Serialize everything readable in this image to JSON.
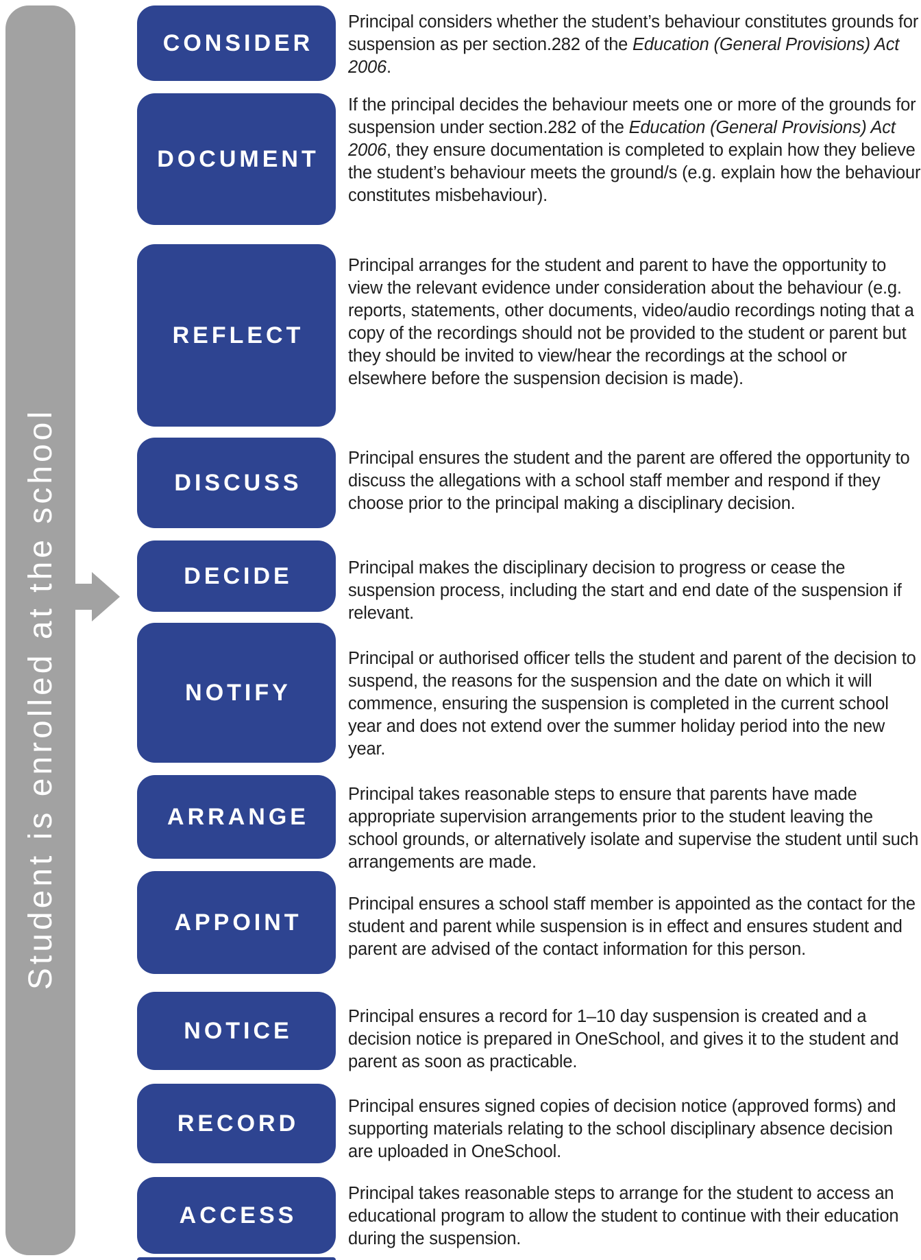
{
  "palette": {
    "box_blue": "#2e4491",
    "bar_gray": "#a2a2a2",
    "label_white": "#ffffff",
    "text_dark": "#1f1f1f"
  },
  "sidebar": {
    "label": "Student is enrolled at the school"
  },
  "steps": [
    {
      "label": "CONSIDER",
      "description_parts": [
        {
          "text": "Principal considers whether the student’s behaviour constitutes grounds for suspension as per section.282 of the ",
          "italic": false
        },
        {
          "text": "Education (General Provisions) Act 2006",
          "italic": true
        },
        {
          "text": ".",
          "italic": false
        }
      ]
    },
    {
      "label": "DOCUMENT",
      "description_parts": [
        {
          "text": "If the principal decides the behaviour meets one or more of the grounds for suspension under section.282 of the ",
          "italic": false
        },
        {
          "text": "Education (General Provisions) Act 2006",
          "italic": true
        },
        {
          "text": ", they ensure documentation is completed to explain how they believe the student’s behaviour meets the ground/s (e.g. explain how the behaviour constitutes misbehaviour).",
          "italic": false
        }
      ]
    },
    {
      "label": "REFLECT",
      "description_parts": [
        {
          "text": "Principal arranges for the student and parent to have the opportunity to view the relevant evidence under consideration about the behaviour (e.g. reports, statements, other documents, video/audio recordings noting that a copy of the recordings should not be provided to the student or parent but they should be invited to view/hear the recordings at the school or elsewhere before the suspension decision is made).",
          "italic": false
        }
      ]
    },
    {
      "label": "DISCUSS",
      "description_parts": [
        {
          "text": "Principal ensures the student and the parent are offered the opportunity to discuss the allegations with a school staff member and respond if they choose prior to the principal making a disciplinary decision.",
          "italic": false
        }
      ]
    },
    {
      "label": "DECIDE",
      "description_parts": [
        {
          "text": "Principal makes the disciplinary decision to progress or cease the suspension process, including the start and end date of the suspension if relevant.",
          "italic": false
        }
      ]
    },
    {
      "label": "NOTIFY",
      "description_parts": [
        {
          "text": "Principal or authorised officer tells the student and parent of the decision to suspend, the reasons for the suspension and the date on which it will commence, ensuring the suspension is completed in the current school year and does not extend over the summer holiday period into the new year.",
          "italic": false
        }
      ]
    },
    {
      "label": "ARRANGE",
      "description_parts": [
        {
          "text": "Principal takes reasonable steps to ensure that parents have made appropriate supervision arrangements prior to the student leaving the school grounds, or alternatively isolate and supervise the student until such arrangements are made.",
          "italic": false
        }
      ]
    },
    {
      "label": "APPOINT",
      "description_parts": [
        {
          "text": "Principal ensures a school staff member is appointed as the contact for the student and parent while suspension is in effect and ensures student and parent are advised of the contact information for this person.",
          "italic": false
        }
      ]
    },
    {
      "label": "NOTICE",
      "description_parts": [
        {
          "text": "Principal ensures a record for 1–10 day suspension is created and a decision notice is prepared in OneSchool, and gives it to the student and parent as soon as practicable.",
          "italic": false
        }
      ]
    },
    {
      "label": "RECORD",
      "description_parts": [
        {
          "text": "Principal ensures signed copies of decision notice (approved forms) and supporting materials relating to the school disciplinary absence decision are uploaded in OneSchool.",
          "italic": false
        }
      ]
    },
    {
      "label": "ACCESS",
      "description_parts": [
        {
          "text": "Principal takes reasonable steps to arrange for the student to access an educational program to allow the student to continue with their education during the suspension.",
          "italic": false
        }
      ]
    }
  ]
}
